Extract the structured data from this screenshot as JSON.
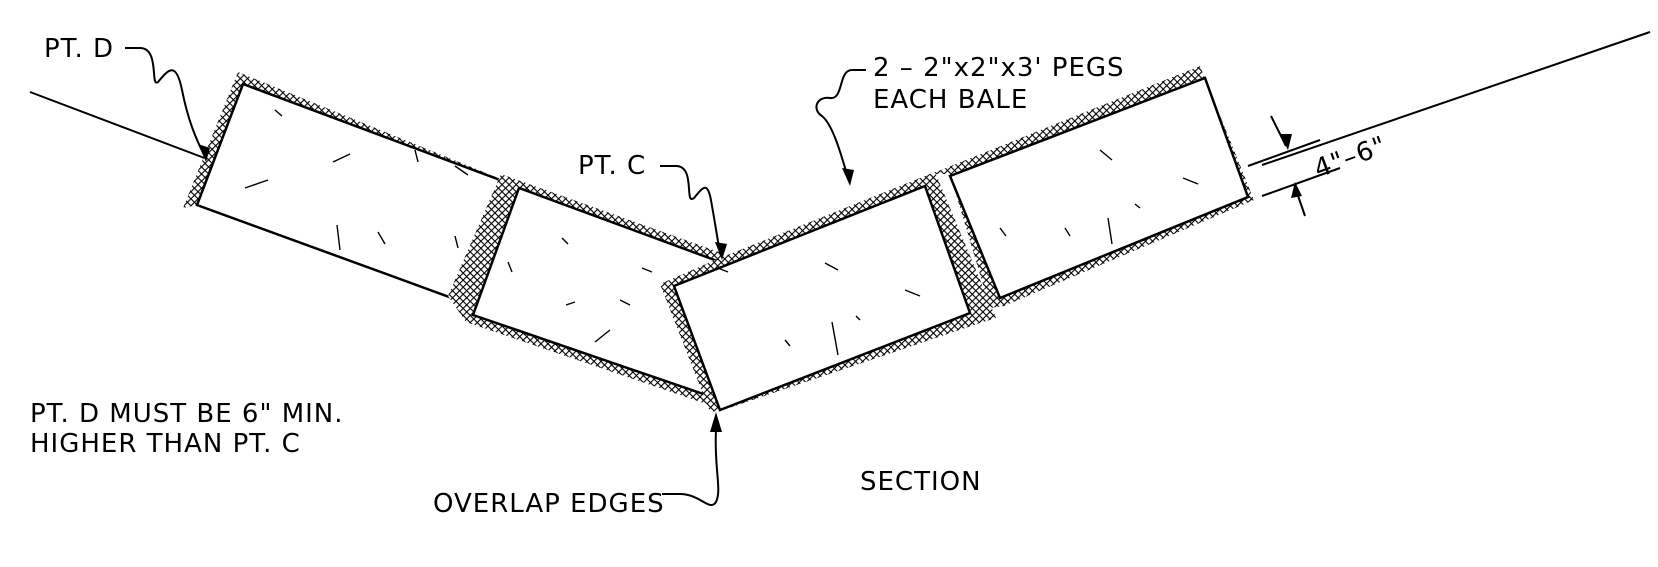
{
  "labels": {
    "pt_d": "PT. D",
    "pt_c": "PT. C",
    "pegs_line1": "2 – 2\"x2\"x3' PEGS",
    "pegs_line2": "EACH BALE",
    "dimension": "4\"–6\"",
    "note_line1": "PT. D MUST BE 6\" MIN.",
    "note_line2": "HIGHER THAN PT. C",
    "overlap": "OVERLAP EDGES",
    "section": "SECTION"
  },
  "colors": {
    "line": "#000000",
    "hatch": "#1a1a1a",
    "background": "#ffffff"
  }
}
